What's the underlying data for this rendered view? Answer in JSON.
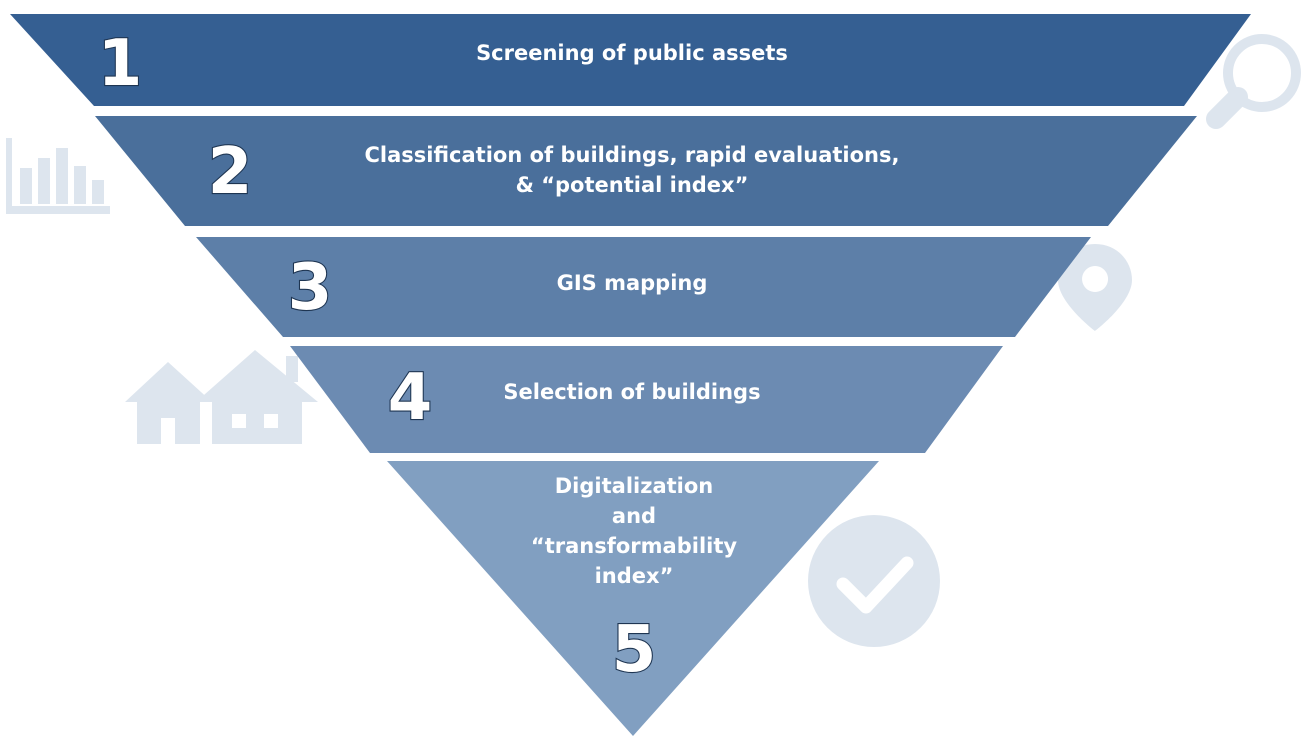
{
  "steps": [
    {
      "number": "1",
      "lines": [
        "Screening of public assets"
      ],
      "color": "#355f92"
    },
    {
      "number": "2",
      "lines": [
        "Classification of buildings, rapid evaluations,",
        "& “potential index”"
      ],
      "color": "#4a6f9b"
    },
    {
      "number": "3",
      "lines": [
        "GIS mapping"
      ],
      "color": "#5d7fa8"
    },
    {
      "number": "4",
      "lines": [
        "Selection of buildings"
      ],
      "color": "#6c8bb2"
    },
    {
      "number": "5",
      "lines": [
        "Digitalization",
        "and",
        "“transformability",
        "index”"
      ],
      "color": "#819fc1"
    }
  ],
  "decorations": {
    "icon_color": "#dde5ee",
    "icons": [
      "magnifier-icon",
      "bar-chart-icon",
      "location-pin-icon",
      "houses-icon",
      "checkmark-circle-icon"
    ]
  }
}
